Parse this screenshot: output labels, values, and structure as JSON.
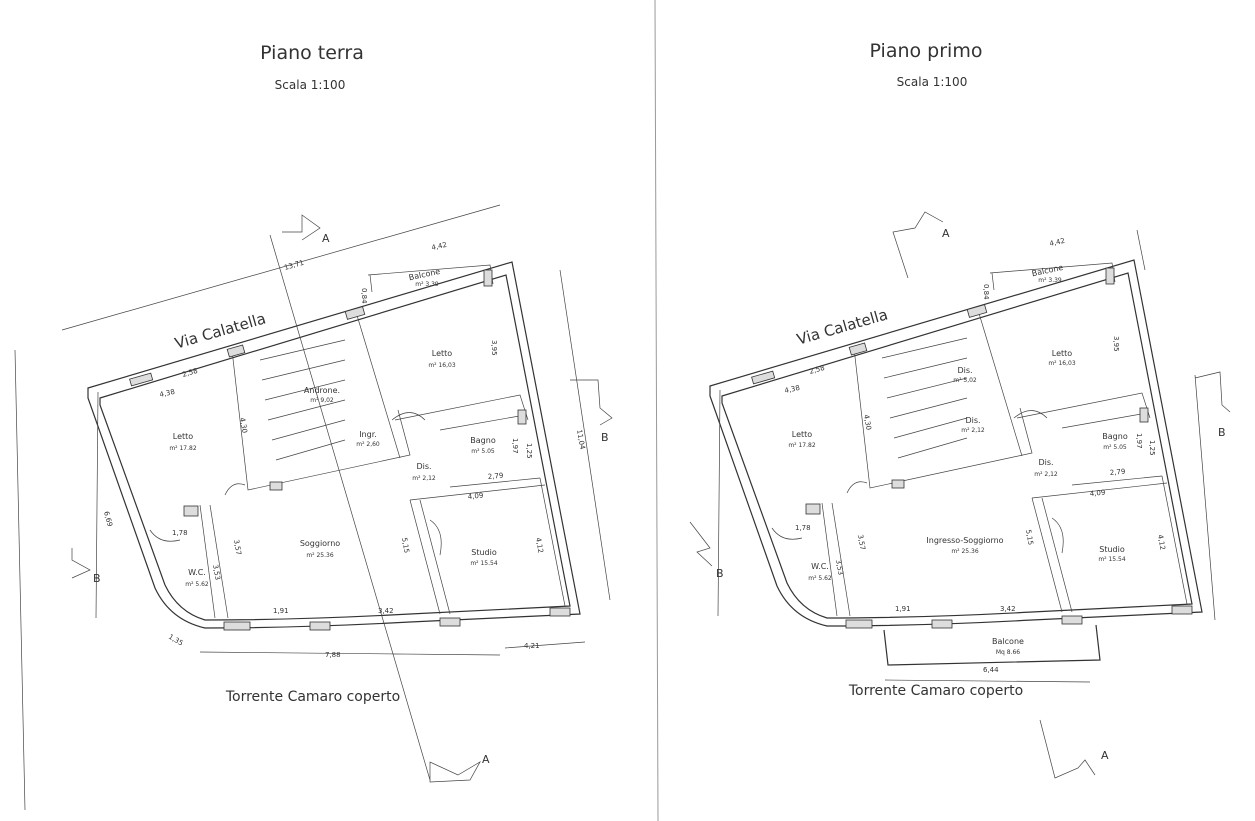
{
  "left_plan": {
    "title": "Piano terra",
    "scale": "Scala 1:100",
    "street": "Via Calatella",
    "river": "Torrente Camaro coperto",
    "section_a": "A",
    "section_b": "B",
    "rooms": {
      "balcone": {
        "name": "Balcone",
        "area": "m² 3.39"
      },
      "letto_1": {
        "name": "Letto",
        "area": "m² 16,03"
      },
      "androne": {
        "name": "Androne.",
        "area": "m² 9,02"
      },
      "ingr": {
        "name": "Ingr.",
        "area": "m² 2,60"
      },
      "letto_2": {
        "name": "Letto",
        "area": "m² 17.82"
      },
      "dis": {
        "name": "Dis.",
        "area": "m² 2,12"
      },
      "bagno": {
        "name": "Bagno",
        "area": "m² 5.05"
      },
      "soggiorno": {
        "name": "Soggiorno",
        "area": "m² 25.36"
      },
      "studio": {
        "name": "Studio",
        "area": "m² 15.54"
      },
      "wc": {
        "name": "W.C.",
        "area": "m² 5.62"
      }
    },
    "dims": [
      "13,71",
      "4,42",
      "0,84",
      "3,95",
      "2,58",
      "4,38",
      "4,30",
      "1,97",
      "1,25",
      "2,79",
      "4,09",
      "11,04",
      "6,69",
      "1,78",
      "3,57",
      "3,53",
      "5,15",
      "4,12",
      "1,91",
      "3,42",
      "1,35",
      "7,88",
      "4,21"
    ]
  },
  "right_plan": {
    "title": "Piano primo",
    "scale": "Scala 1:100",
    "street": "Via Calatella",
    "river": "Torrente Camaro coperto",
    "section_a": "A",
    "section_b": "B",
    "rooms": {
      "balcone": {
        "name": "Balcone",
        "area": "m² 3.39"
      },
      "letto_1": {
        "name": "Letto",
        "area": "m² 16,03"
      },
      "dis_1": {
        "name": "Dis.",
        "area": "m² 5,02"
      },
      "dis_2": {
        "name": "Dis.",
        "area": "m² 2,12"
      },
      "letto_2": {
        "name": "Letto",
        "area": "m² 17.82"
      },
      "dis_3": {
        "name": "Dis.",
        "area": "m² 2,12"
      },
      "bagno": {
        "name": "Bagno",
        "area": "m² 5.05"
      },
      "soggiorno": {
        "name": "Ingresso-Soggiorno",
        "area": "m² 25.36"
      },
      "studio": {
        "name": "Studio",
        "area": "m² 15.54"
      },
      "wc": {
        "name": "W.C.",
        "area": "m² 5.62"
      },
      "balcone_2": {
        "name": "Balcone",
        "area": "Mq 8.66"
      }
    },
    "dims": [
      "4,42",
      "0,84",
      "3,95",
      "2,58",
      "4,38",
      "4,30",
      "1,97",
      "1,25",
      "2,79",
      "4,09",
      "1,78",
      "3,57",
      "3,53",
      "5,15",
      "4,12",
      "1,91",
      "3,42",
      "6,44"
    ]
  }
}
